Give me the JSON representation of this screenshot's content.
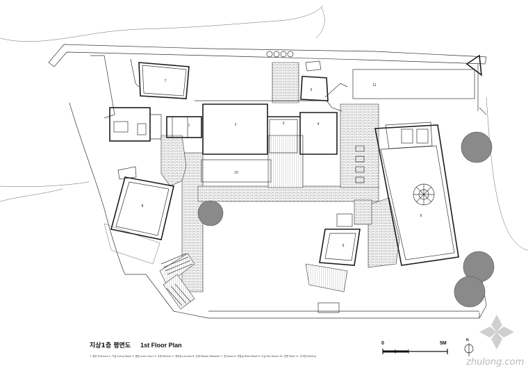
{
  "drawing": {
    "title_korean": "지상1층 평면도",
    "title_english": "1st Floor Plan",
    "legend": "1. 현관 Entrance  2. 거실 Living Room  3. 중정 Inner Court  4. 주방 Kitchen  5. 세탁실 Laundry  6. 안방 Master Bedroom  7. 방 Room  8. 작업실 Work Room  9. 다실 Tea House  10. 연못 Pond  11. 주차장 Parking"
  },
  "scale_bar": {
    "start_label": "0",
    "end_label": "5M"
  },
  "north_arrow": {
    "label": "N",
    "icon": "north-arrow-icon"
  },
  "rooms": [
    {
      "num": "1",
      "name": "Entrance"
    },
    {
      "num": "2",
      "name": "Living Room"
    },
    {
      "num": "3",
      "name": "Inner Court"
    },
    {
      "num": "4",
      "name": "Kitchen"
    },
    {
      "num": "5",
      "name": "Laundry"
    },
    {
      "num": "6",
      "name": "Master Bedroom"
    },
    {
      "num": "7",
      "name": "Room"
    },
    {
      "num": "8",
      "name": "Work Room"
    },
    {
      "num": "9",
      "name": "Tea House"
    },
    {
      "num": "10",
      "name": "Pond"
    },
    {
      "num": "11",
      "name": "Parking"
    }
  ],
  "watermark": {
    "text": "zhulong.com"
  },
  "colors": {
    "line": "#1a1a1a",
    "tree_fill": "#8a8a8a",
    "watermark": "#b8b8b8"
  }
}
